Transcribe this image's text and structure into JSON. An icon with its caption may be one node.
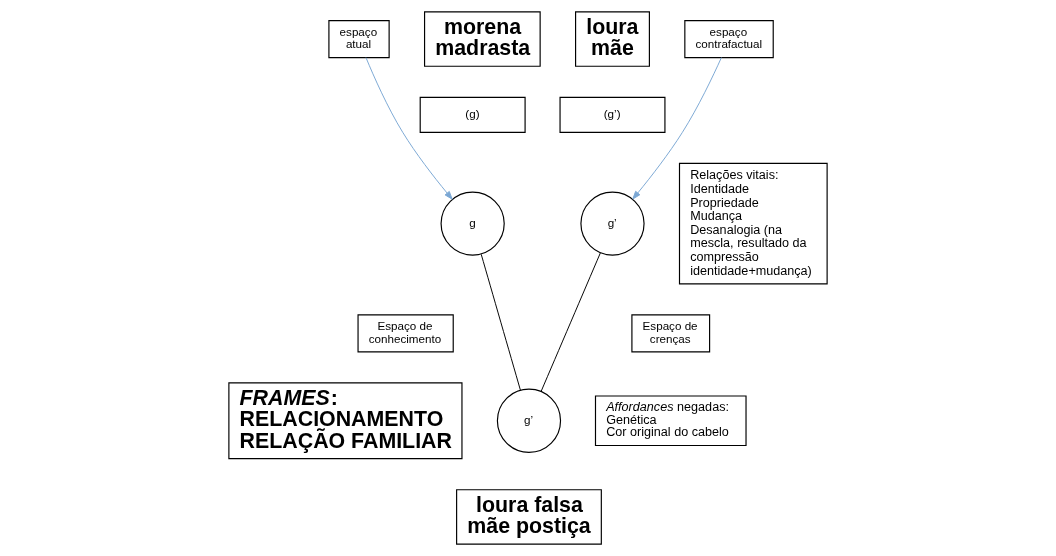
{
  "diagram": {
    "nodes": [
      {
        "text": [
          "morena madrasta"
        ]
      },
      {
        "text": [
          "loura mãe"
        ]
      },
      {
        "text": [
          "espaço atual"
        ]
      },
      {
        "text": [
          "espaço contrafactual"
        ]
      },
      {
        "text": [
          "(g)"
        ]
      },
      {
        "text": [
          "(g’)"
        ]
      },
      {
        "text": [
          "g"
        ]
      },
      {
        "text": [
          "g’"
        ]
      },
      {
        "text": [
          "Relações vitais:",
          "Identidade",
          "Propriedade",
          "Mudança",
          "Desanalogia (na mescla, resultado da compressão identidade+mudança)"
        ]
      },
      {
        "text": [
          "Espaço de conhecimento"
        ]
      },
      {
        "text": [
          "Espaço de crenças"
        ]
      },
      {
        "text": [
          "g’"
        ]
      },
      {
        "text": [
          "*FRAMES*:",
          "RELACIONAMENTO",
          "RELAÇÃO FAMILIAR"
        ]
      },
      {
        "text": [
          "loura falsa mãe postiça"
        ]
      },
      {
        "text": [
          "*Affordances* negadas:",
          "Genética",
          "Cor original do cabelo"
        ]
      }
    ],
    "edges": [
      {
        "from": 2,
        "to": 6,
        "arrow": "to",
        "color": "#7ba7d4"
      },
      {
        "from": 3,
        "to": 7,
        "arrow": "to",
        "color": "#7ba7d4"
      },
      {
        "from": 6,
        "to": 11,
        "arrow": "none",
        "color": "#000000"
      },
      {
        "from": 7,
        "to": 11,
        "arrow": "none",
        "color": "#000000"
      }
    ]
  }
}
